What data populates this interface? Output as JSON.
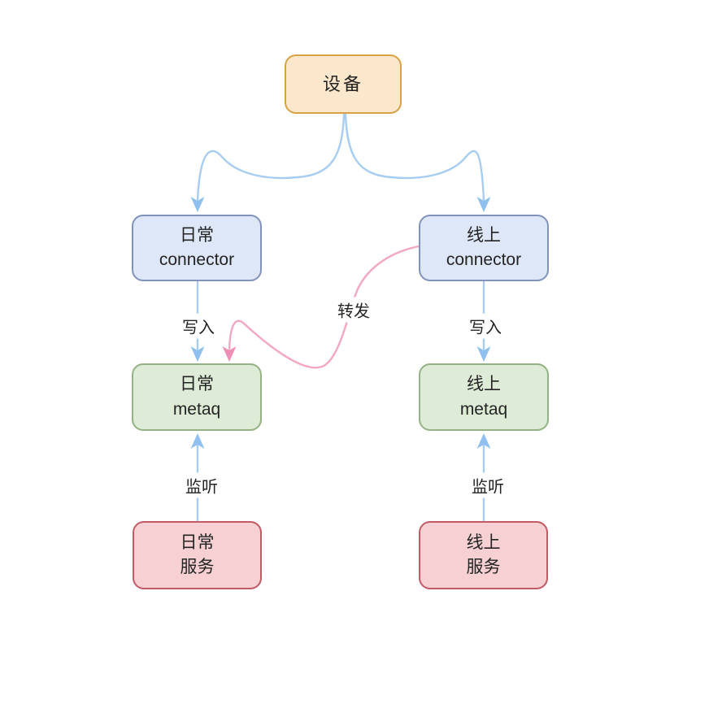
{
  "diagram": {
    "nodes": {
      "device": {
        "label": "设备"
      },
      "daily_connector": {
        "line1": "日常",
        "line2": "connector"
      },
      "online_connector": {
        "line1": "线上",
        "line2": "connector"
      },
      "daily_metaq": {
        "line1": "日常",
        "line2": "metaq"
      },
      "online_metaq": {
        "line1": "线上",
        "line2": "metaq"
      },
      "daily_service": {
        "line1": "日常",
        "line2": "服务"
      },
      "online_service": {
        "line1": "线上",
        "line2": "服务"
      }
    },
    "edge_labels": {
      "write_left": "写入",
      "write_right": "写入",
      "forward": "转发",
      "listen_left": "监听",
      "listen_right": "监听"
    },
    "colors": {
      "device_fill": "#fbe7cc",
      "device_border": "#d8a244",
      "connector_fill": "#dee7f7",
      "connector_border": "#8193ba",
      "metaq_fill": "#deebd6",
      "metaq_border": "#94b285",
      "service_fill": "#f6d0d3",
      "service_border": "#c05b66",
      "arrow_blue": "#a6cdf1",
      "arrow_blue_head": "#8fc0ef",
      "arrow_pink": "#f2a7c3",
      "arrow_pink_head": "#f08fb5"
    }
  }
}
